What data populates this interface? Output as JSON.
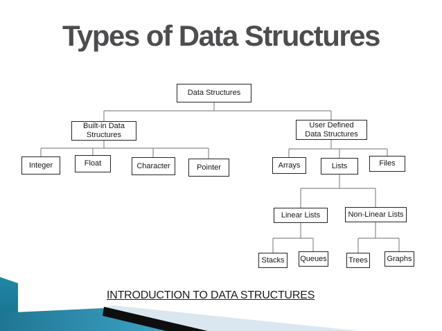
{
  "slide": {
    "title": "Types of Data Structures",
    "caption": "INTRODUCTION TO DATA STRUCTURES"
  },
  "colors": {
    "title_text": "#4c4d4f",
    "box_border": "#222222",
    "box_text": "#141414",
    "connector_gray": "#8a8a8a",
    "accent_teal_dark": "#176d8c",
    "accent_teal": "#2187a6",
    "accent_teal_light": "#3ea2c4",
    "accent_lightblue": "#dbe7f0",
    "accent_black": "#0e0e0e"
  },
  "tree": {
    "label": "Data Structures",
    "children": [
      {
        "label": "Built-in Data Structures",
        "children": [
          {
            "label": "Integer"
          },
          {
            "label": "Float"
          },
          {
            "label": "Character"
          },
          {
            "label": "Pointer"
          }
        ]
      },
      {
        "label": "User Defined Data Structures",
        "children": [
          {
            "label": "Arrays"
          },
          {
            "label": "Lists",
            "children": [
              {
                "label": "Linear Lists",
                "children": [
                  {
                    "label": "Stacks"
                  },
                  {
                    "label": "Queues"
                  }
                ]
              },
              {
                "label": "Non-Linear Lists",
                "children": [
                  {
                    "label": "Trees"
                  },
                  {
                    "label": "Graphs"
                  }
                ]
              }
            ]
          },
          {
            "label": "Files"
          }
        ]
      }
    ]
  }
}
